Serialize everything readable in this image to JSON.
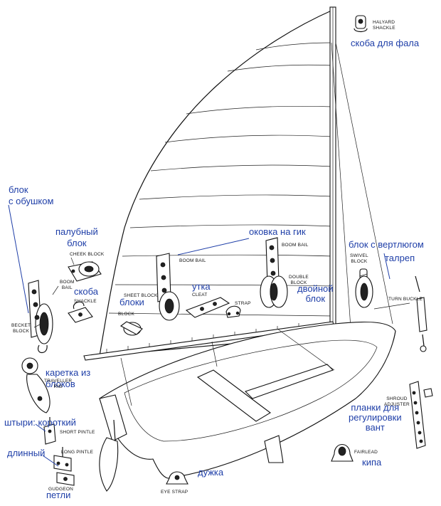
{
  "russian_labels": {
    "halyard_shackle": "скоба для фала",
    "becket_block": "блок\nс обушком",
    "cheek_block": "палубный\nблок",
    "boom_bail": "оковка на гик",
    "shackle": "скоба",
    "swivel_block": "блок с вертлюгом",
    "turnbuckle": "талреп",
    "cleat": "утка",
    "blocks": "блоки",
    "double_block": "двойной\nблок",
    "traveller_rig": "каретка из\nблоков",
    "short_pintle": "штыри: короткий",
    "long_pintle": "длинный",
    "shroud_adjuster": "планки для\nрегулировки\nвант",
    "fairlead": "кипа",
    "eye_strap": "дужка",
    "gudgeon": "петли"
  },
  "english_labels": {
    "halyard_shackle": "HALYARD\nSHACKLE",
    "cheek_block": "CHEEK BLOCK",
    "boom_bail_left": "BOOM\nBAIL",
    "boom_bail_center": "BOOM BAIL",
    "boom_bail_right": "BOOM BAIL",
    "becket_block": "BECKET\nBLOCK",
    "shackle": "SHACKLE",
    "sheet_block": "SHEET BLOCK",
    "block": "BLOCK",
    "cleat": "CLEAT",
    "strap": "STRAP",
    "double_block": "DOUBLE\nBLOCK",
    "swivel_block": "SWIVEL\nBLOCK",
    "turn_buckle": "TURN BUCKLE",
    "traveller_rig": "TRAVELLER\nRIG",
    "short_pintle": "SHORT PINTLE",
    "long_pintle": "LONG PINTLE",
    "gudgeon": "GUDGEON",
    "shroud_adjuster": "SHROUD\nADJUSTER",
    "fairlead": "FAIRLEAD",
    "eye_strap": "EYE STRAP"
  },
  "colors": {
    "russian_label": "#1f3fa8",
    "drawing": "#111111"
  }
}
